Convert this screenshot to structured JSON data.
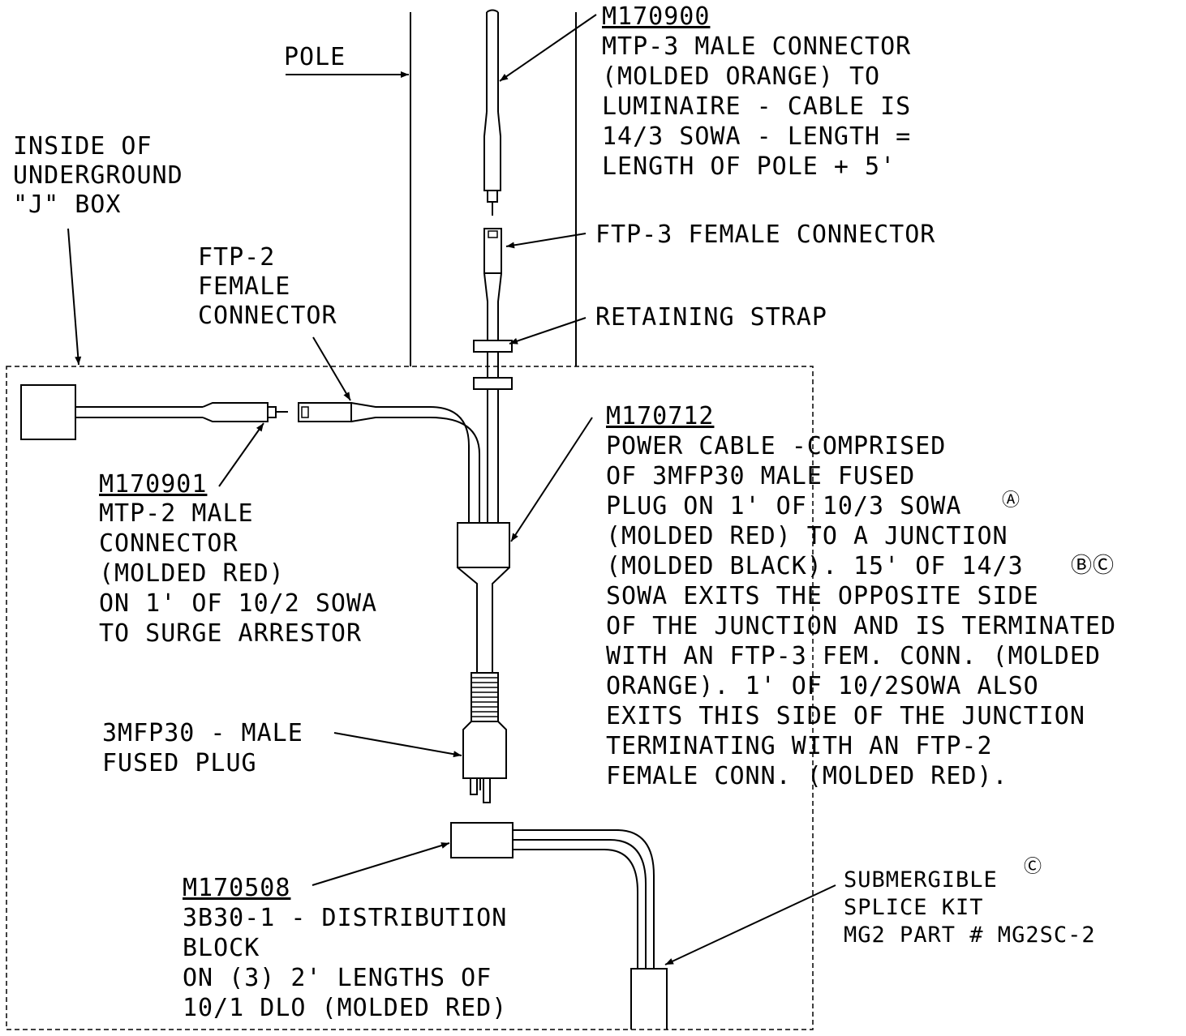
{
  "pole": {
    "label": "POLE"
  },
  "jbox": {
    "lines": [
      "INSIDE OF",
      "UNDERGROUND",
      "\"J\" BOX"
    ]
  },
  "m170900": {
    "part": "M170900",
    "lines": [
      "MTP-3 MALE CONNECTOR",
      "(MOLDED ORANGE) TO",
      "LUMINAIRE - CABLE IS",
      "14/3 SOWA - LENGTH =",
      "LENGTH OF POLE + 5'"
    ]
  },
  "ftp3": {
    "label": "FTP-3 FEMALE CONNECTOR"
  },
  "strap": {
    "label": "RETAINING STRAP"
  },
  "ftp2": {
    "lines": [
      "FTP-2",
      "FEMALE",
      "CONNECTOR"
    ]
  },
  "m170901": {
    "part": "M170901",
    "lines": [
      "MTP-2 MALE",
      "CONNECTOR",
      "(MOLDED RED)",
      "ON 1' OF 10/2 SOWA",
      "TO SURGE ARRESTOR"
    ]
  },
  "m170712": {
    "part": "M170712",
    "lines": [
      "POWER CABLE -COMPRISED",
      "OF 3MFP30 MALE FUSED",
      "PLUG ON 1' OF 10/3 SOWA",
      "(MOLDED RED) TO A JUNCTION",
      "(MOLDED BLACK).  15' OF 14/3",
      "SOWA EXITS THE OPPOSITE SIDE",
      "OF THE JUNCTION AND IS TERMINATED",
      "WITH AN FTP-3 FEM. CONN. (MOLDED",
      "ORANGE).  1' OF 10/2SOWA ALSO",
      "EXITS THIS SIDE OF THE JUNCTION",
      "TERMINATING WITH AN FTP-2",
      "FEMALE CONN. (MOLDED RED)."
    ],
    "note_a": "Ⓐ",
    "note_bc": "ⒷⒸ"
  },
  "plug": {
    "lines": [
      "3MFP30 - MALE",
      "FUSED PLUG"
    ]
  },
  "m170508": {
    "part": "M170508",
    "lines": [
      "3B30-1 - DISTRIBUTION",
      "BLOCK",
      "ON (3) 2' LENGTHS OF",
      "10/1 DLO (MOLDED RED)"
    ]
  },
  "splice": {
    "lines": [
      "SUBMERGIBLE",
      "SPLICE KIT",
      "MG2 PART # MG2SC-2"
    ],
    "note_c": "Ⓒ"
  }
}
